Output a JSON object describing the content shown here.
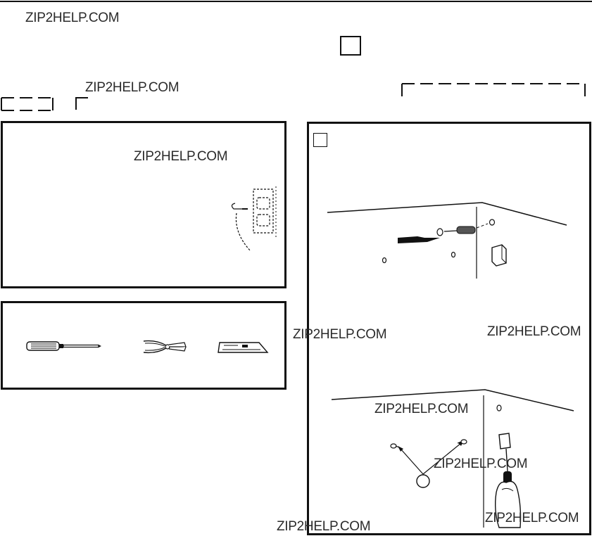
{
  "watermark": "ZIP2HELP.COM",
  "colors": {
    "ink": "#111111",
    "paper": "#ffffff",
    "watermark": "#2b2b2b"
  },
  "illustrations": {
    "outlet_panel": [
      "wall-outlet-icon",
      "power-cord-icon"
    ],
    "tools_panel": [
      "screwdriver-icon",
      "pliers-icon",
      "utility-knife-icon"
    ],
    "install_panel_top": [
      "cabinet-edge-line",
      "anchor-plug-icon",
      "screw-icon",
      "bracket-icon"
    ],
    "install_panel_bottom": [
      "cabinet-edge-line",
      "screw-icon",
      "bracket-icon",
      "hand-screwdriver-icon"
    ]
  }
}
